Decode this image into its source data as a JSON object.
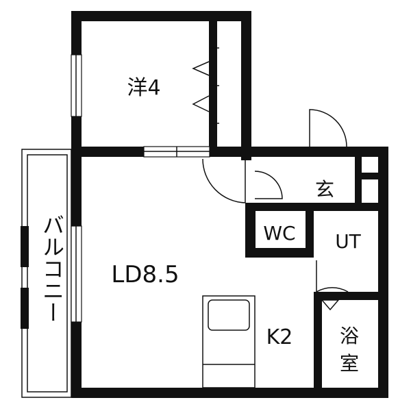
{
  "floor_plan": {
    "rooms": {
      "western_room": "洋4",
      "living_dining": "LD8.5",
      "kitchen": "K2",
      "balcony": "バルコニー",
      "entrance": "玄",
      "toilet": "WC",
      "utility": "UT",
      "bathroom_line1": "浴",
      "bathroom_line2": "室"
    },
    "colors": {
      "wall": "#111111",
      "background": "#ffffff"
    }
  }
}
